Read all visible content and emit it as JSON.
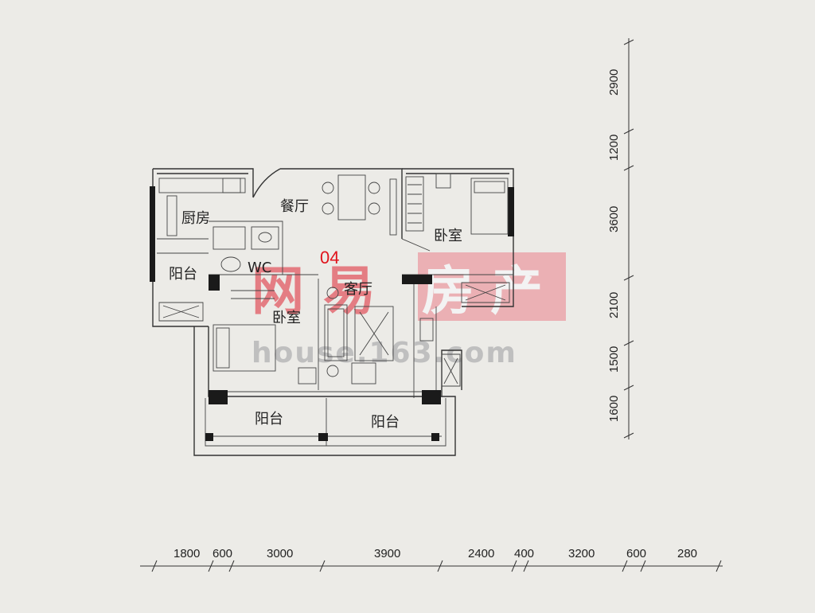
{
  "unit": {
    "label": "04"
  },
  "rooms": {
    "kitchen": "厨房",
    "dining": "餐厅",
    "bedroom_east": "卧室",
    "wc": "WC",
    "balcony_west": "阳台",
    "living": "客厅",
    "bedroom_west": "卧室",
    "balcony_south_left": "阳台",
    "balcony_south_right": "阳台"
  },
  "dimensions": {
    "vertical": [
      "2900",
      "1200",
      "3600",
      "2100",
      "1500",
      "1600"
    ],
    "horizontal": [
      "1800",
      "600",
      "3000",
      "3900",
      "2400",
      "400",
      "3200",
      "600",
      "280"
    ]
  },
  "watermark": {
    "chars": [
      "网",
      "易",
      "房",
      "产"
    ],
    "url": "house.163.com"
  }
}
